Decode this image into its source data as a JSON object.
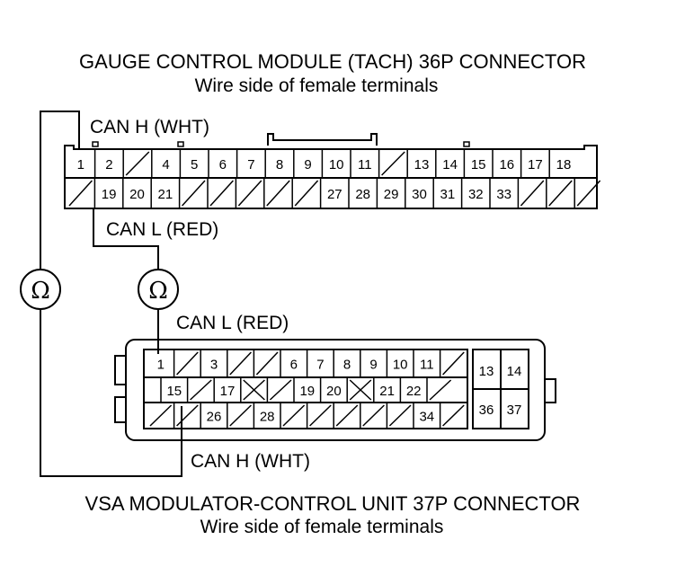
{
  "top_connector": {
    "title": "GAUGE CONTROL MODULE (TACH) 36P CONNECTOR",
    "subtitle": "Wire side of female terminals",
    "row1": [
      "1",
      "2",
      "",
      "4",
      "5",
      "6",
      "7",
      "8",
      "9",
      "10",
      "11",
      "",
      "13",
      "14",
      "15",
      "16",
      "17",
      "18"
    ],
    "row2": [
      "",
      "19",
      "20",
      "21",
      "",
      "",
      "",
      "",
      "",
      "27",
      "28",
      "29",
      "30",
      "31",
      "32",
      "33",
      "",
      "",
      ""
    ]
  },
  "bottom_connector": {
    "title": "VSA MODULATOR-CONTROL UNIT 37P CONNECTOR",
    "subtitle": "Wire side of female terminals",
    "row1": [
      "1",
      "",
      "3",
      "",
      "",
      "6",
      "7",
      "8",
      "9",
      "10",
      "11",
      ""
    ],
    "row2": [
      "15",
      "",
      "17",
      "X",
      "",
      "19",
      "20",
      "X",
      "21",
      "22",
      ""
    ],
    "row3": [
      "",
      "",
      "26",
      "",
      "28",
      "",
      "",
      "",
      "",
      "",
      "34",
      ""
    ],
    "side_top": [
      "13",
      "14"
    ],
    "side_bottom": [
      "36",
      "37"
    ]
  },
  "labels": {
    "can_h_top": "CAN H (WHT)",
    "can_l_top": "CAN L (RED)",
    "can_l_bottom": "CAN L (RED)",
    "can_h_bottom": "CAN H (WHT)"
  },
  "meters": {
    "left_symbol": "Ω",
    "right_symbol": "Ω"
  }
}
